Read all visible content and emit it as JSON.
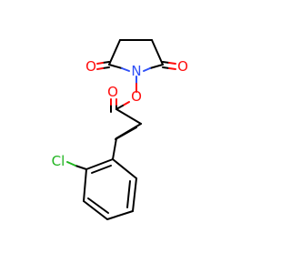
{
  "molecule": {
    "atoms": {
      "o_top_left": {
        "symbol": "O",
        "color": "#ff0d0d"
      },
      "o_top_right": {
        "symbol": "O",
        "color": "#ff0d0d"
      },
      "n_imide": {
        "symbol": "N",
        "color": "#2f50f7"
      },
      "o_ester_single": {
        "symbol": "O",
        "color": "#ff0d0d"
      },
      "o_ester_double": {
        "symbol": "O",
        "color": "#ff0d0d"
      },
      "cl": {
        "symbol": "Cl",
        "color": "#1fb41f"
      }
    },
    "bond_color": "#000000"
  }
}
